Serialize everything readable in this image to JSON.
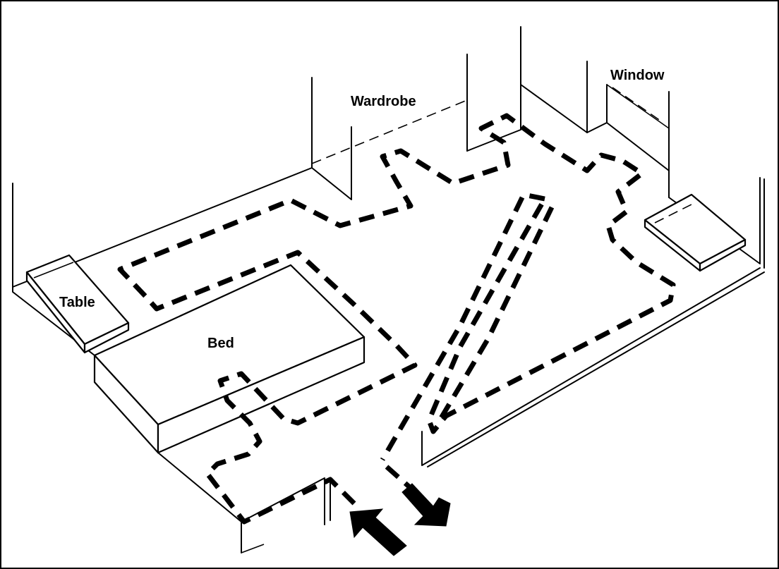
{
  "labels": {
    "wardrobe": "Wardrobe",
    "window": "Window",
    "table": "Table",
    "bed": "Bed"
  },
  "colors": {
    "ink": "#000000",
    "paper": "#ffffff"
  },
  "icons": {
    "entry": "arrow-up-left-icon",
    "exit": "arrow-down-right-icon"
  }
}
